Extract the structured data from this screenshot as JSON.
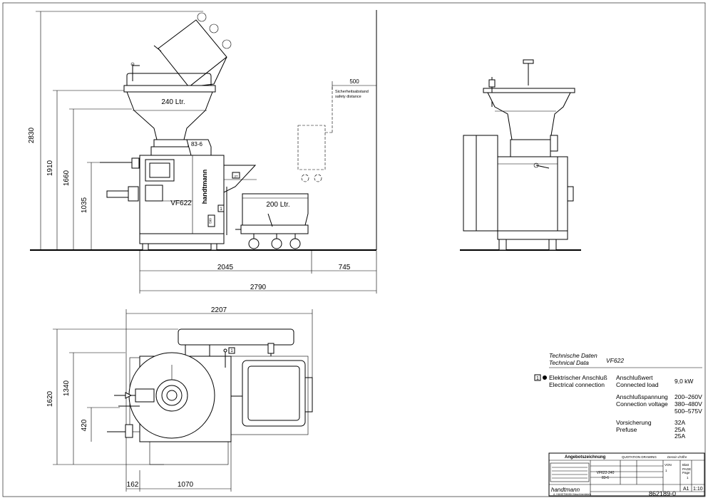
{
  "drawing": {
    "side_view": {
      "dim_total_height": "2830",
      "dim_hopper_top": "1910",
      "dim_hopper_rim": "1660",
      "dim_loader": "1035",
      "hopper_label": "240 Ltr.",
      "pump_label": "83-6",
      "brand_label": "handtmann",
      "model_label": "VF622",
      "cart_label": "200 Ltr.",
      "safety_dim": "500",
      "safety_label_de": "Sicherheitsabstand",
      "safety_label_en": "safety distance",
      "marker_1": "1",
      "marker_27": "27",
      "marker_590": "590",
      "dim_machine_length": "2045",
      "dim_cart_extra": "745",
      "dim_total_length": "2790"
    },
    "top_view": {
      "dim_width": "2207",
      "dim_depth_total": "1620",
      "dim_depth": "1340",
      "dim_offset": "420",
      "dim_left": "162",
      "dim_base": "1070",
      "marker_1": "1"
    },
    "tech_data": {
      "heading_de": "Technische Daten",
      "heading_en": "Technical Data",
      "model": "VF622",
      "marker": "1",
      "electrical_de": "Elektrischer Anschluß",
      "electrical_en": "Electrical connection",
      "connected_load_de": "Anschlußwert",
      "connected_load_en": "Connected load",
      "connected_load_value": "9,0 kW",
      "voltage_de": "Anschlußspannung",
      "voltage_en": "Connection voltage",
      "voltage_values": [
        "200–260V",
        "380–480V",
        "500–575V"
      ],
      "fuse_de": "Vorsicherung",
      "fuse_en": "Prefuse",
      "fuse_values": [
        "32A",
        "25A",
        "25A"
      ]
    },
    "title_block": {
      "title": "Angebotszeichnung",
      "subtitle": "QUOTATION DRAWING",
      "subtitle_right": "Dessin d'offre",
      "drawing_ref": "VF622-240",
      "pump_ref": "83-6",
      "brand": "handtmann",
      "brand_sub": "A. HANDTMANN Maschinenfabrik",
      "sheet_label": "Blatt",
      "sheet_label_en": "PAGE",
      "sheet_label_fr": "Page",
      "sheet_value": "1",
      "of_label": "VON",
      "of_value": "1",
      "format_value": "A1",
      "scale_value": "1:10",
      "drawing_number": "862189-0"
    }
  }
}
